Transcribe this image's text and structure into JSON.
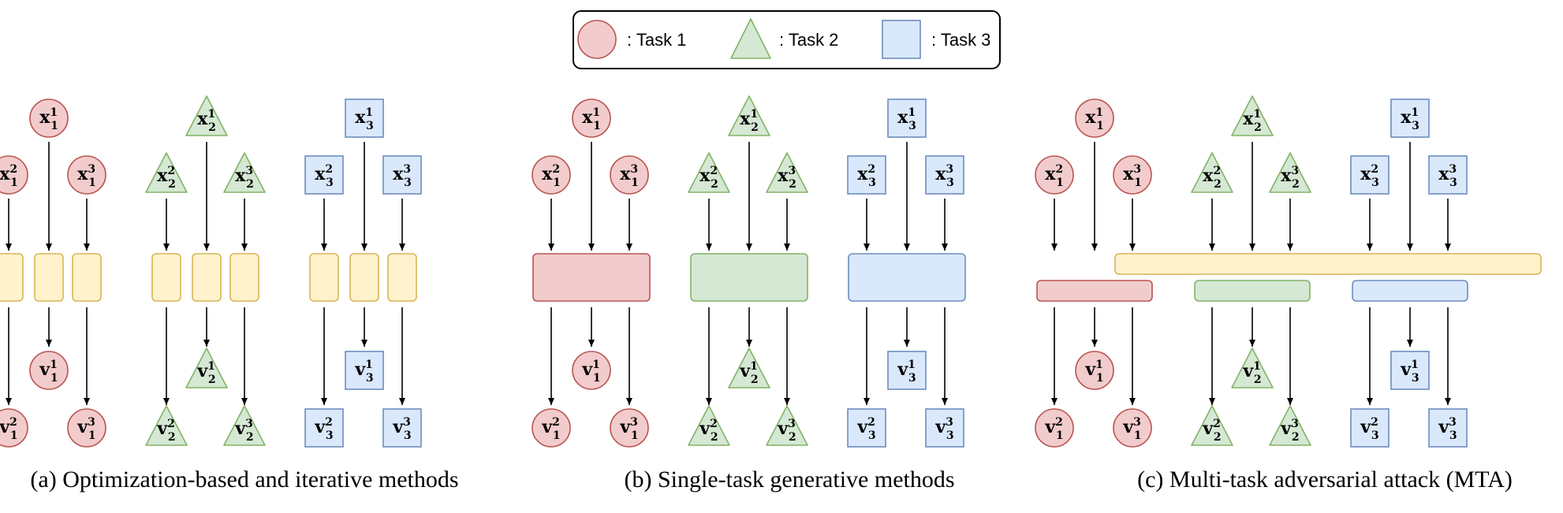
{
  "legend": [
    {
      "shape": "circle",
      "label": ": Task 1"
    },
    {
      "shape": "triangle",
      "label": ": Task 2"
    },
    {
      "shape": "square",
      "label": ": Task 3"
    }
  ],
  "colors": {
    "task1_fill": "#f2cccc",
    "task1_stroke": "#b85450",
    "task2_fill": "#d5e8d4",
    "task2_stroke": "#82b366",
    "task3_fill": "#dae8fc",
    "task3_stroke": "#6c8ebf",
    "model_fill": "#fff2cc",
    "model_stroke": "#d6b656"
  },
  "panels": [
    {
      "id": "a",
      "caption": "(a)  Optimization-based and iterative methods",
      "layout": "per-input"
    },
    {
      "id": "b",
      "caption": "(b)  Single-task generative methods",
      "layout": "per-task"
    },
    {
      "id": "c",
      "caption": "(c)  Multi-task adversarial attack (MTA)",
      "layout": "shared"
    }
  ],
  "tasks": [
    {
      "task": 1,
      "shape": "circle"
    },
    {
      "task": 2,
      "shape": "triangle"
    },
    {
      "task": 3,
      "shape": "square"
    }
  ],
  "inputs_symbol": "x",
  "outputs_symbol": "v"
}
